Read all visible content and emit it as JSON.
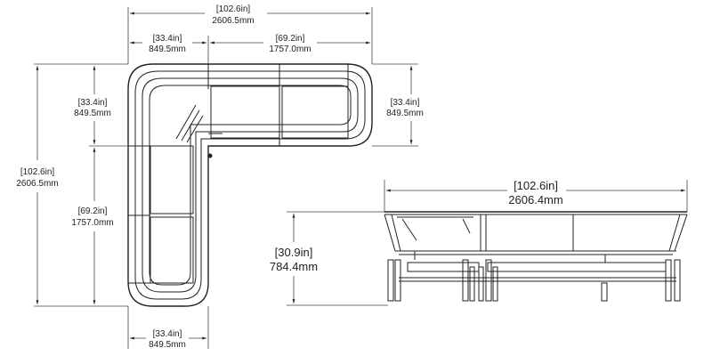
{
  "plan_view": {
    "overall_width": {
      "imperial": "[102.6in]",
      "metric": "2606.5mm"
    },
    "top_left_section": {
      "imperial": "[33.4in]",
      "metric": "849.5mm"
    },
    "top_right_section": {
      "imperial": "[69.2in]",
      "metric": "1757.0mm"
    },
    "overall_depth": {
      "imperial": "[102.6in]",
      "metric": "2606.5mm"
    },
    "left_upper_section": {
      "imperial": "[33.4in]",
      "metric": "849.5mm"
    },
    "left_lower_section": {
      "imperial": "[69.2in]",
      "metric": "1757.0mm"
    },
    "right_depth": {
      "imperial": "[33.4in]",
      "metric": "849.5mm"
    },
    "bottom_width": {
      "imperial": "[33.4in]",
      "metric": "849.5mm"
    }
  },
  "side_view": {
    "overall_width": {
      "imperial": "[102.6in]",
      "metric": "2606.4mm"
    },
    "height": {
      "imperial": "[30.9in]",
      "metric": "784.4mm"
    }
  },
  "colors": {
    "line": "#222222",
    "background": "#ffffff"
  }
}
